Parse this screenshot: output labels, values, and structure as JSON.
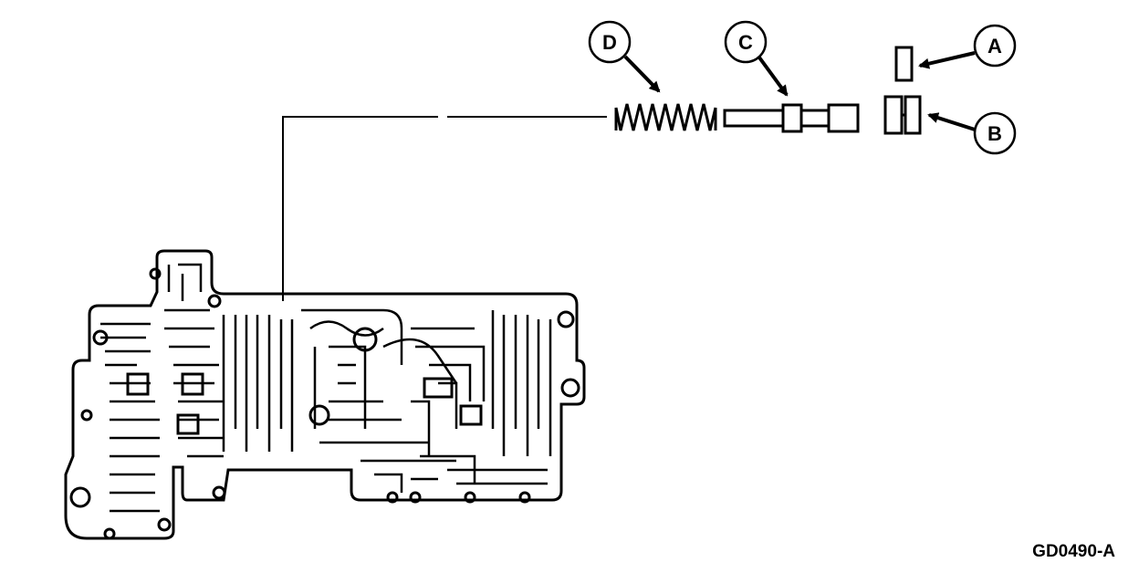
{
  "callouts": {
    "a": "A",
    "b": "B",
    "c": "C",
    "d": "D"
  },
  "figure_code": "GD0490-A",
  "colors": {
    "ink": "#000000",
    "paper": "#ffffff"
  },
  "icons": [
    "valve-body-icon",
    "spring-icon",
    "valve-icon",
    "retainer-icon",
    "plug-icon",
    "arrow-icon"
  ]
}
